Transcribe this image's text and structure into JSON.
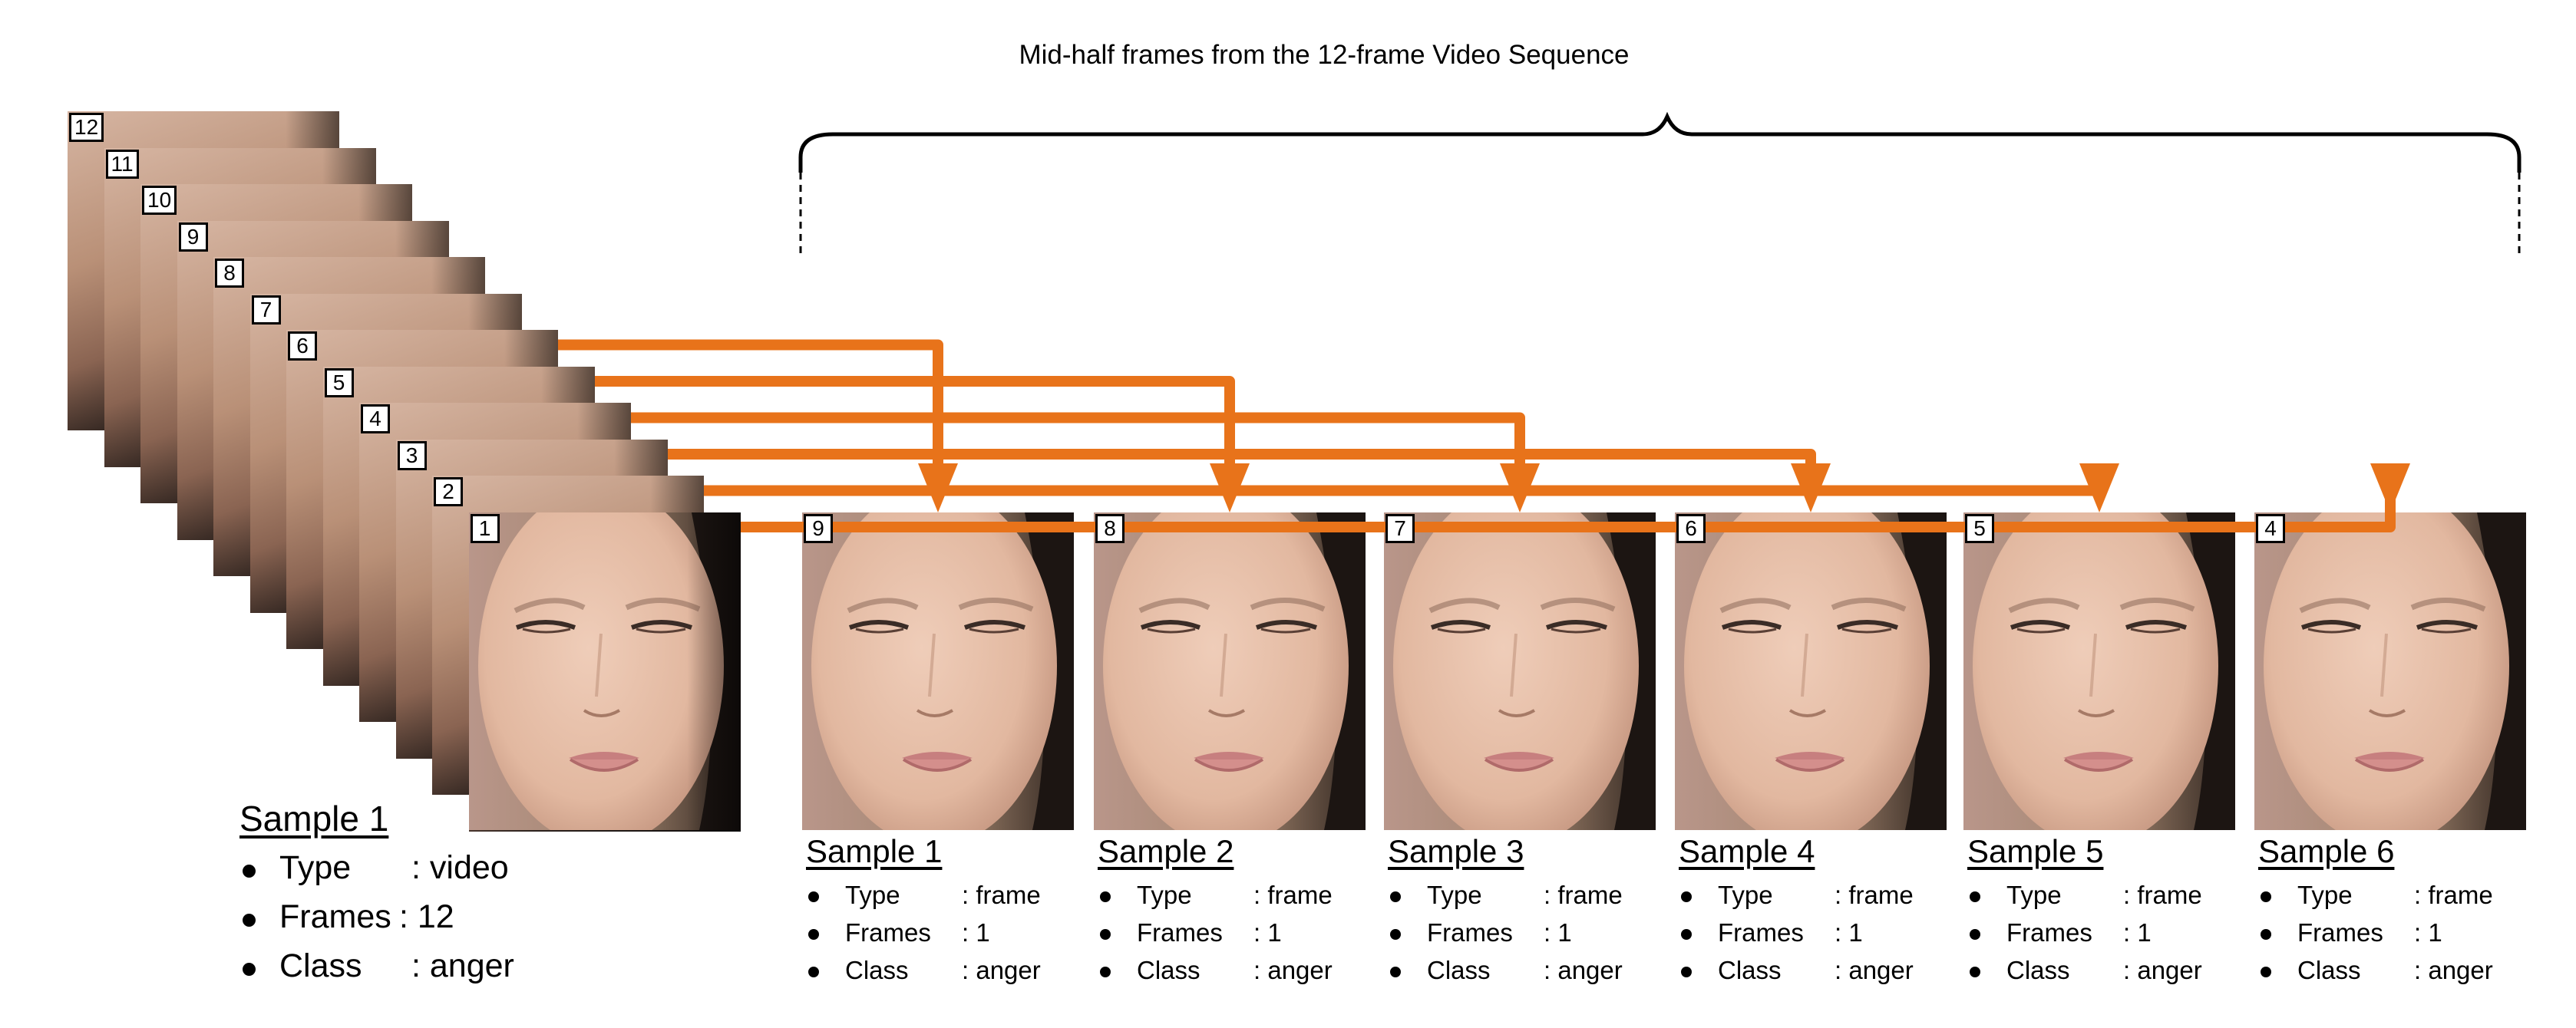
{
  "brace_title": "Mid-half frames from the 12-frame Video Sequence",
  "stack_frame_numbers": [
    "12",
    "11",
    "10",
    "9",
    "8",
    "7",
    "6",
    "5",
    "4",
    "3",
    "2",
    "1"
  ],
  "colors": {
    "arrow": "#e8731a",
    "badge_border": "#000000",
    "text": "#000000"
  },
  "video_sample": {
    "title": "Sample 1",
    "props": [
      {
        "key": "Type",
        "sep": ":",
        "value": "video"
      },
      {
        "key": "Frames",
        "sep": ":",
        "value": "12"
      },
      {
        "key": "Class",
        "sep": ":",
        "value": "anger"
      }
    ]
  },
  "frame_samples": [
    {
      "frame_number": "9",
      "title": "Sample 1",
      "props": [
        {
          "key": "Type",
          "value": ": frame"
        },
        {
          "key": "Frames",
          "value": ": 1"
        },
        {
          "key": "Class",
          "value": ": anger"
        }
      ]
    },
    {
      "frame_number": "8",
      "title": "Sample 2",
      "props": [
        {
          "key": "Type",
          "value": ": frame"
        },
        {
          "key": "Frames",
          "value": ": 1"
        },
        {
          "key": "Class",
          "value": ": anger"
        }
      ]
    },
    {
      "frame_number": "7",
      "title": "Sample 3",
      "props": [
        {
          "key": "Type",
          "value": ": frame"
        },
        {
          "key": "Frames",
          "value": ": 1"
        },
        {
          "key": "Class",
          "value": ": anger"
        }
      ]
    },
    {
      "frame_number": "6",
      "title": "Sample 4",
      "props": [
        {
          "key": "Type",
          "value": ": frame"
        },
        {
          "key": "Frames",
          "value": ": 1"
        },
        {
          "key": "Class",
          "value": ": anger"
        }
      ]
    },
    {
      "frame_number": "5",
      "title": "Sample 5",
      "props": [
        {
          "key": "Type",
          "value": ": frame"
        },
        {
          "key": "Frames",
          "value": ": 1"
        },
        {
          "key": "Class",
          "value": ": anger"
        }
      ]
    },
    {
      "frame_number": "4",
      "title": "Sample 6",
      "props": [
        {
          "key": "Type",
          "value": ": frame"
        },
        {
          "key": "Frames",
          "value": ": 1"
        },
        {
          "key": "Class",
          "value": ": anger"
        }
      ]
    }
  ]
}
